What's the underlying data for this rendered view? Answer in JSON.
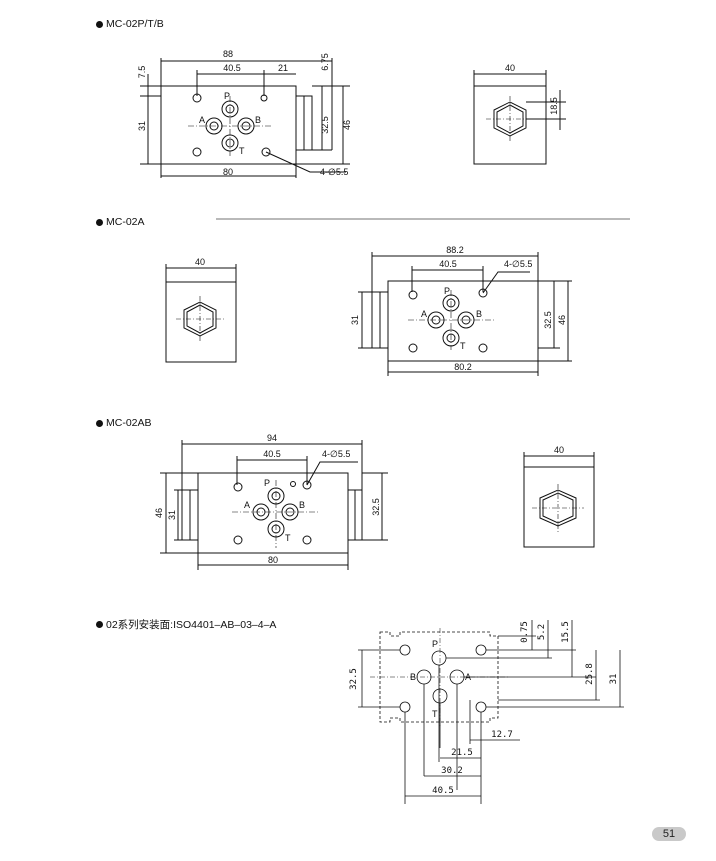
{
  "sections": [
    {
      "title": "MC-02P/T/B",
      "dims": {
        "w88": "88",
        "w40_5": "40.5",
        "w21": "21",
        "h7_5": "7.5",
        "h6_75": "6.75",
        "h31": "31",
        "h32_5": "32.5",
        "h46": "46",
        "w80": "80",
        "holes": "4-∅5.5",
        "side40": "40",
        "side18_5": "18.5"
      },
      "ports": {
        "p": "P",
        "a": "A",
        "b": "B",
        "t": "T"
      }
    },
    {
      "title": "MC-02A",
      "dims": {
        "side40": "40",
        "w88_2": "88.2",
        "w40_5": "40.5",
        "holes": "4-∅5.5",
        "h31": "31",
        "h32_5": "32.5",
        "h46": "46",
        "w80_2": "80.2"
      },
      "ports": {
        "p": "P",
        "a": "A",
        "b": "B",
        "t": "T"
      }
    },
    {
      "title": "MC-02AB",
      "dims": {
        "w94": "94",
        "w40_5": "40.5",
        "holes": "4-∅5.5",
        "h46": "46",
        "h31": "31",
        "h32_5": "32.5",
        "w80": "80",
        "side40": "40"
      },
      "ports": {
        "p": "P",
        "a": "A",
        "b": "B",
        "t": "T"
      }
    },
    {
      "title": "02系列安装面:ISO4401–AB–03–4–A",
      "dims": {
        "v0_75": "0.75",
        "v5_2": "5.2",
        "v15_5": "15.5",
        "v25_8": "25.8",
        "v31": "31",
        "h32_5": "32.5",
        "v12_7": "12.7",
        "v21_5": "21.5",
        "v30_2": "30.2",
        "v40_5": "40.5"
      },
      "ports": {
        "p": "P",
        "a": "A",
        "b": "B",
        "t": "T"
      }
    }
  ],
  "page_number": "51"
}
